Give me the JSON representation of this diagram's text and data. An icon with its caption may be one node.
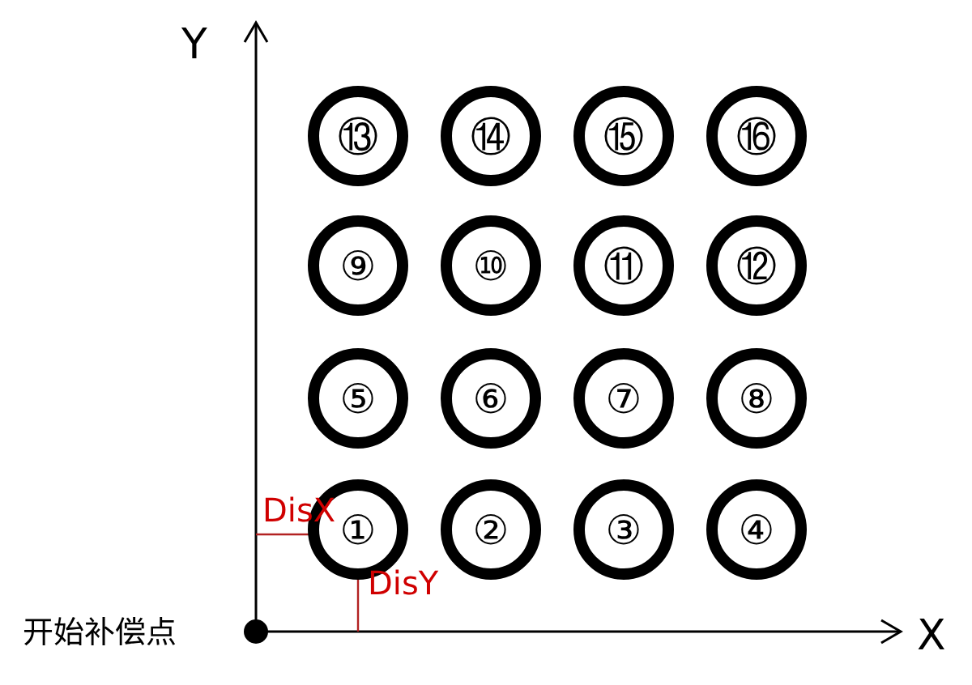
{
  "diagram": {
    "nodes": [
      {
        "text": [
          "⑬"
        ]
      },
      {
        "text": [
          "⑭"
        ]
      },
      {
        "text": [
          "⑮"
        ]
      },
      {
        "text": [
          "⑯"
        ]
      },
      {
        "text": [
          "⑨"
        ]
      },
      {
        "text": [
          "⑩"
        ]
      },
      {
        "text": [
          "⑪"
        ]
      },
      {
        "text": [
          "⑫"
        ]
      },
      {
        "text": [
          "⑤"
        ]
      },
      {
        "text": [
          "⑥"
        ]
      },
      {
        "text": [
          "⑦"
        ]
      },
      {
        "text": [
          "⑧"
        ]
      },
      {
        "text": [
          "①"
        ]
      },
      {
        "text": [
          "②"
        ]
      },
      {
        "text": [
          "③"
        ]
      },
      {
        "text": [
          "④"
        ]
      }
    ],
    "labels": [
      "Y",
      "DisX",
      "DisY",
      "开始补偿点",
      "X"
    ]
  }
}
